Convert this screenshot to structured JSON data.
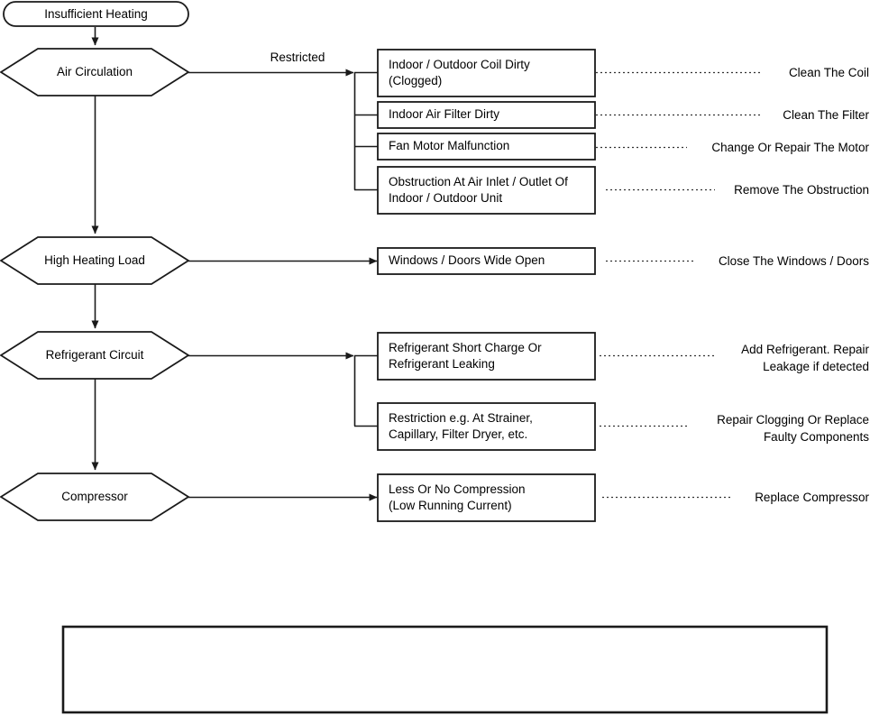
{
  "diagram": {
    "title_symbol": {
      "label": "Insufficient Heating",
      "shape": "rounded-rectangle"
    },
    "edge_labels": {
      "air_circulation_restricted": "Restricted"
    },
    "categories": [
      {
        "id": "air-circulation",
        "label": "Air Circulation",
        "shape": "hexagon",
        "causes": [
          {
            "label": "Indoor / Outdoor Coil Dirty\n(Clogged)",
            "action": "Clean The Coil"
          },
          {
            "label": "Indoor Air Filter Dirty",
            "action": "Clean The Filter"
          },
          {
            "label": "Fan Motor Malfunction",
            "action": "Change Or Repair The Motor"
          },
          {
            "label": "Obstruction At Air Inlet / Outlet Of\nIndoor / Outdoor Unit",
            "action": "Remove The Obstruction"
          }
        ]
      },
      {
        "id": "high-heating-load",
        "label": "High Heating Load",
        "shape": "hexagon",
        "causes": [
          {
            "label": "Windows / Doors Wide Open",
            "action": "Close The Windows / Doors"
          }
        ]
      },
      {
        "id": "refrigerant-circuit",
        "label": "Refrigerant Circuit",
        "shape": "hexagon",
        "causes": [
          {
            "label": "Refrigerant Short Charge Or\nRefrigerant Leaking",
            "action": "Add Refrigerant. Repair\nLeakage if detected"
          },
          {
            "label": "Restriction e.g. At Strainer,\nCapillary, Filter Dryer, etc.",
            "action": "Repair Clogging Or Replace\nFaulty Components"
          }
        ]
      },
      {
        "id": "compressor",
        "label": "Compressor",
        "shape": "hexagon",
        "causes": [
          {
            "label": "Less Or No Compression\n(Low Running Current)",
            "action": "Replace Compressor"
          }
        ]
      }
    ],
    "notes_box": {
      "content": "",
      "shape": "rectangle"
    },
    "colors": {
      "stroke": "#1a1a1a",
      "fill": "#ffffff",
      "text": "#000000"
    }
  }
}
